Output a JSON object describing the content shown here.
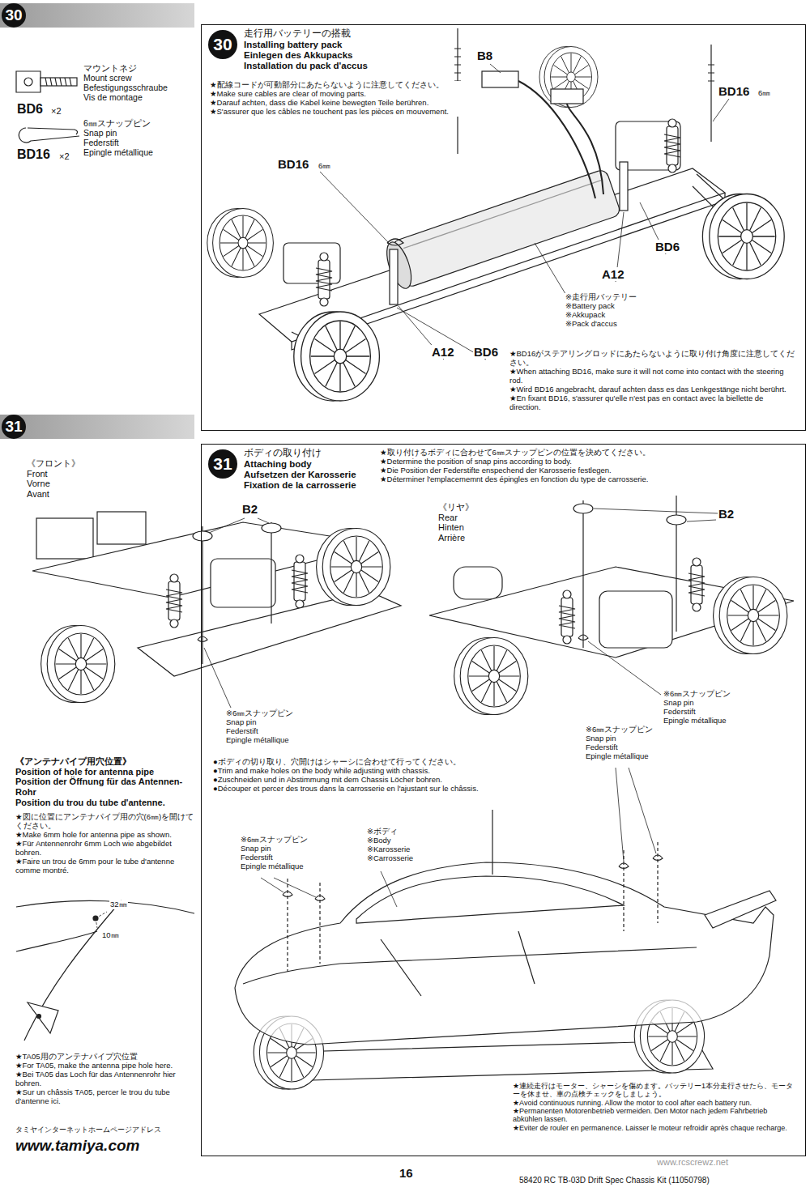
{
  "diagram": {
    "nodes": [
      {
        "text": [
          "30"
        ]
      },
      {
        "text": [
          "走行用バッテリーの搭載",
          "Installing battery pack",
          "Einlegen des Akkupacks",
          "Installation du pack d'accus"
        ]
      },
      {
        "text": [
          "30"
        ],
        "in": 1
      },
      {
        "text": [
          "31"
        ]
      },
      {
        "text": [
          "ボディの取り付け",
          "Attaching body",
          "Aufsetzen der Karosserie",
          "Fixation de la carrosserie"
        ]
      },
      {
        "text": [
          "31"
        ],
        "in": 4
      }
    ],
    "labels": [
      "マウントネジ",
      "Mount screw",
      "Befestigungsschraube",
      "Vis de montage",
      "BD6",
      "×2",
      "6㎜スナップピン",
      "Snap pin",
      "Federstift",
      "Epingle métallique",
      "BD16",
      "×2",
      "★配線コードが可動部分にあたらないように注意してください。",
      "★Make sure cables are clear of moving parts.",
      "★Darauf achten, dass die Kabel keine bewegten Teile berühren.",
      "★S'assurer que les câbles ne touchent pas les pièces en mouvement.",
      "B8",
      "BD16",
      "6㎜",
      "BD16",
      "6㎜",
      "BD6",
      "A12",
      "A12",
      "BD6",
      "※走行用バッテリー",
      "※Battery pack",
      "※Akkupack",
      "※Pack d'accus",
      "★BD16がステアリングロッドにあたらないように取り付け角度に注意してください。",
      "★When attaching BD16, make sure it will not come into contact with the steering rod.",
      "★Wird BD16 angebracht, darauf achten dass es das Lenkgestänge nicht berührt.",
      "★En fixant BD16, s'assurer qu'elle n'est pas en contact avec la biellette de direction.",
      "《フロント》",
      "Front",
      "Vorne",
      "Avant",
      "B2",
      "※6㎜スナップピン",
      "Snap pin",
      "Federstift",
      "Epingle métallique",
      "★取り付けるボディに合わせて6㎜スナップピンの位置を決めてください。",
      "★Determine the position of snap pins according to body.",
      "★Die Position der Federstifte enspechend der Karosserie festlegen.",
      "★Déterminer l'emplacememnt des épingles en fonction du type de carrosserie.",
      "《リヤ》",
      "Rear",
      "Hinten",
      "Arrière",
      "B2",
      "※6㎜スナップピン",
      "Snap pin",
      "Federstift",
      "Epingle métallique",
      "《アンテナパイプ用穴位置》",
      "Position of hole for antenna pipe",
      "Position der Öffnung für das Antennen-Rohr",
      "Position du trou du tube d'antenne.",
      "★図に位置にアンテナパイプ用の穴(6㎜)を開けてください。",
      "★Make 6mm hole for antenna pipe as shown.",
      "★Für Antennenrohr 6mm Loch wie abgebildet bohren.",
      "★Faire un trou de 6mm pour le tube d'antenne comme montré.",
      "32㎜",
      "10㎜",
      "★TA05用のアンテナパイプ穴位置",
      "★For TA05, make the antenna pipe hole here.",
      "★Bei TA05 das Loch für das Antennenrohr hier bohren.",
      "★Sur un châssis TA05, percer le trou du tube d'antenne ici.",
      "タミヤインターネットホームページアドレス",
      "www.tamiya.com",
      "●ボディの切り取り、穴開けはシャーシに合わせて行ってください。",
      "●Trim and make holes on the body while adjusting with chassis.",
      "●Zuschneiden und in Abstimmung mit dem Chassis Löcher bohren.",
      "●Découper et percer des trous dans la carrosserie en l'ajustant sur le châssis.",
      "※6㎜スナップピン",
      "Snap pin",
      "Federstift",
      "Epingle métallique",
      "※6㎜スナップピン",
      "Snap pin",
      "Federstift",
      "Epingle métallique",
      "※ボディ",
      "※Body",
      "※Karosserie",
      "※Carrosserie",
      "★連続走行はモーター、シャーシを傷めます。バッテリー1本分走行させたら、モーターを休ませ、車の点検チェックをしましょう。",
      "★Avoid continuous running. Allow the motor to cool after each battery run.",
      "★Permanenten Motorenbetrieb vermeiden. Den Motor nach jedem Fahrbetrieb abkühlen lassen.",
      "★Eviter de rouler en permanence. Laisser le moteur refroidir après chaque recharge.",
      "16",
      "58420 RC TB-03D Drift Spec Chassis Kit (11050798)",
      "www.rcscrewz.net"
    ]
  }
}
